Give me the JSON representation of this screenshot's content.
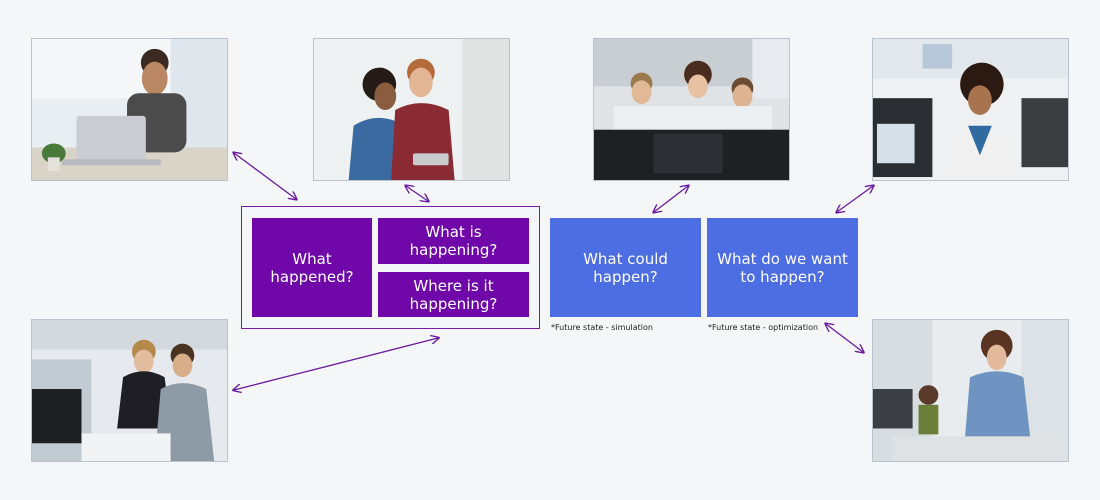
{
  "boxes": {
    "what_happened": "What\nhappened?",
    "what_is_happening": "What is\nhappening?",
    "where_is_it_happening": "Where is it\nhappening?",
    "what_could_happen": "What could\nhappen?",
    "what_do_we_want": "What do we want\nto happen?"
  },
  "notes": {
    "simulation": "*Future state - simulation",
    "optimization": "*Future state - optimization"
  },
  "colors": {
    "purple": "#7008a9",
    "blue": "#4d6de3",
    "arrow": "#6a1aa0"
  }
}
